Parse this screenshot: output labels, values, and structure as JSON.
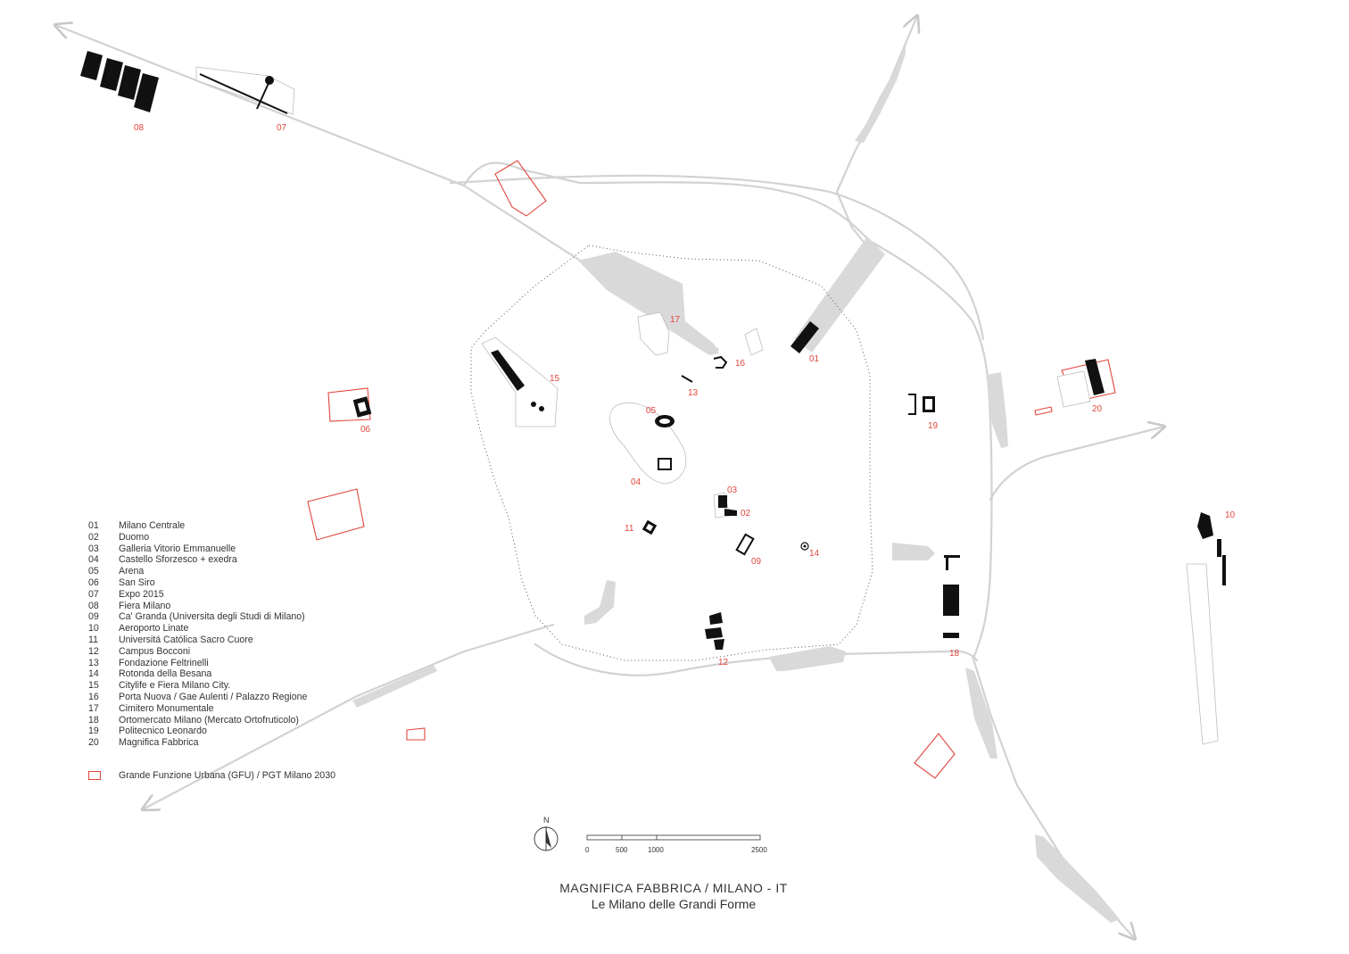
{
  "title": "MAGNIFICA FABBRICA / MILANO - IT",
  "subtitle": "Le Milano delle Grandi Forme",
  "legend": [
    {
      "code": "01",
      "name": "Milano Centrale"
    },
    {
      "code": "02",
      "name": "Duomo"
    },
    {
      "code": "03",
      "name": "Galleria Vitorio Emmanuelle"
    },
    {
      "code": "04",
      "name": "Castello Sforzesco + exedra"
    },
    {
      "code": "05",
      "name": "Arena"
    },
    {
      "code": "06",
      "name": "San Siro"
    },
    {
      "code": "07",
      "name": "Expo 2015"
    },
    {
      "code": "08",
      "name": "Fiera Milano"
    },
    {
      "code": "09",
      "name": "Ca' Granda (Universita degli Studi di Milano)"
    },
    {
      "code": "10",
      "name": "Aeroporto Linate"
    },
    {
      "code": "11",
      "name": "Universitá Católica Sacro Cuore"
    },
    {
      "code": "12",
      "name": "Campus Bocconi"
    },
    {
      "code": "13",
      "name": "Fondazione Feltrinelli"
    },
    {
      "code": "14",
      "name": "Rotonda della Besana"
    },
    {
      "code": "15",
      "name": "Citylife e Fiera Milano City."
    },
    {
      "code": "16",
      "name": "Porta Nuova / Gae Aulenti / Palazzo Regione"
    },
    {
      "code": "17",
      "name": "Cimitero Monumentale"
    },
    {
      "code": "18",
      "name": "Ortomercato Milano (Mercato Ortofruticolo)"
    },
    {
      "code": "19",
      "name": "Politecnico Leonardo"
    },
    {
      "code": "20",
      "name": "Magnifica Fabbrica"
    }
  ],
  "gfu_label": "Grande Funzione Urbana (GFU) / PGT Milano 2030",
  "north_label": "N",
  "scale": {
    "ticks": [
      "0",
      "500",
      "1000",
      "2500"
    ]
  },
  "map_labels": {
    "l01": "01",
    "l02": "02",
    "l03": "03",
    "l04": "04",
    "l05": "05",
    "l06": "06",
    "l07": "07",
    "l08": "08",
    "l09": "09",
    "l10": "10",
    "l11": "11",
    "l12": "12",
    "l13": "13",
    "l14": "14",
    "l15": "15",
    "l16": "16",
    "l17": "17",
    "l18": "18",
    "l19": "19",
    "l20": "20"
  },
  "colors": {
    "accent": "#e0463c",
    "road": "#d2d2d2",
    "building": "#111111",
    "infrastructure": "#d9d9d9"
  }
}
